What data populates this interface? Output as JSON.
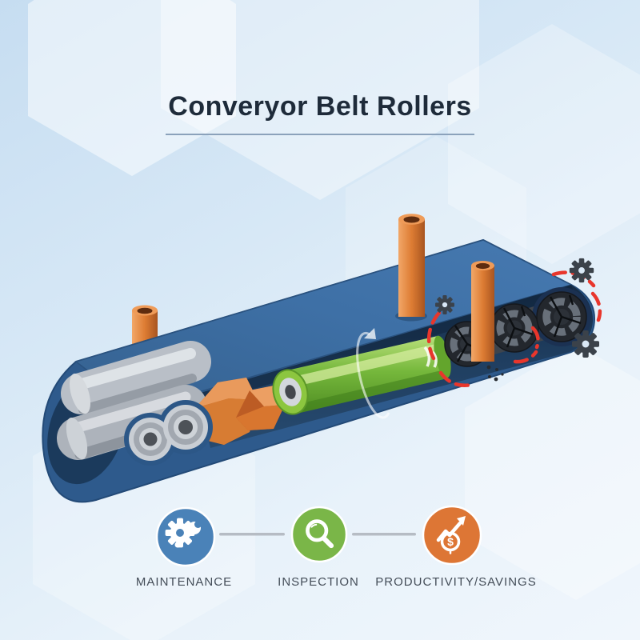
{
  "header": {
    "title": "Converyor Belt Rollers"
  },
  "steps": [
    {
      "label": "MAINTENANCE",
      "color": "#4a82b8",
      "icon": "gear-wrench-icon"
    },
    {
      "label": "INSPECTION",
      "color": "#7ab648",
      "icon": "magnifier-icon"
    },
    {
      "label": "PRODUCTIVITY/SAVINGS",
      "color": "#dd7635",
      "icon": "growth-chart-dollar-icon",
      "symbol": "$"
    }
  ],
  "illustration": {
    "name": "conveyor-belt-roller-cutaway",
    "belt_color": "#2e5a8c",
    "interior_color": "#1c3a5a",
    "idler_roller_color": "#c9ced4",
    "new_roller_color": "#76b83c",
    "worn_roller_color": "#23272d",
    "frame_post_color": "#dd7c33",
    "ore_color": "#d8762f",
    "alert_arc_color": "#e8362c",
    "gear_color": "#3b424a"
  },
  "background": {
    "base_color": "#d7e8f6",
    "hexagon_color": "#ffffff"
  }
}
